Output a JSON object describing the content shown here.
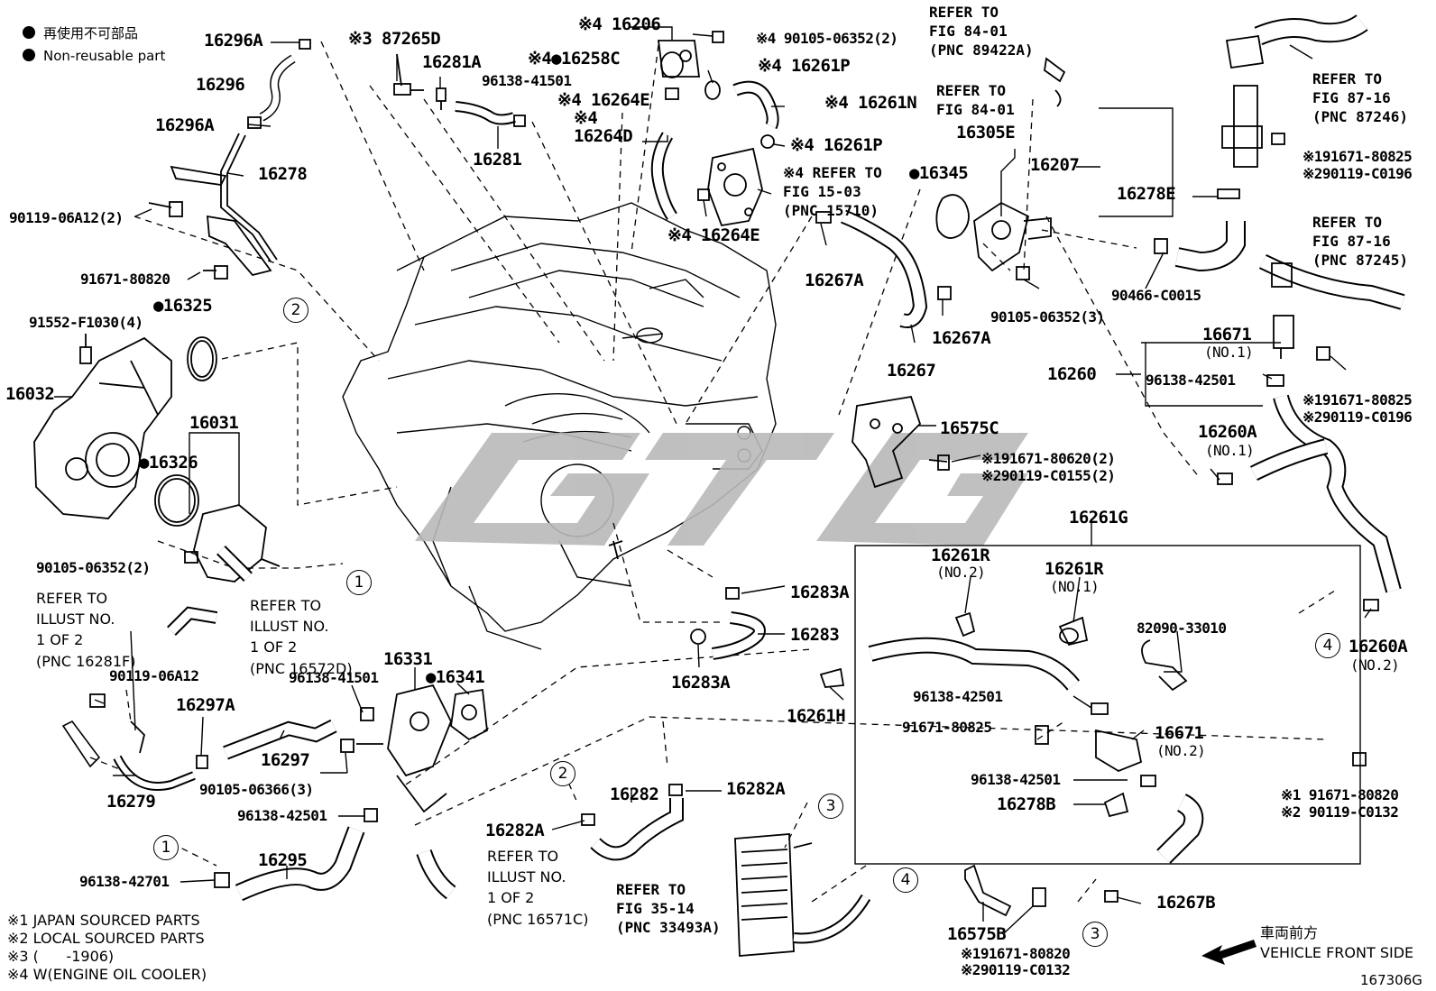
{
  "legend": {
    "non_reusable_ja": "再使用不可部品",
    "non_reusable_en": "Non-reusable part"
  },
  "labels": {
    "p16296A_top": "16296A",
    "p16296": "16296",
    "p16296A_bot": "16296A",
    "p16278": "16278",
    "b90119_06A12_2": "90119-06A12(2)",
    "b91671_80820_a": "91671-80820",
    "p16325": "●16325",
    "b91552": "91552-F1030(4)",
    "p16032": "16032",
    "p16031": "16031",
    "p16326": "●16326",
    "b90105_06352_2a": "90105-06352(2)",
    "p87265D": "※3 87265D",
    "p16281A": "16281A",
    "b96138_41501_a": "96138-41501",
    "p16281": "16281",
    "p16206": "※4 16206",
    "p16258C": "※4●16258C",
    "p16264E_a": "※4 16264E",
    "p16264D": "※4\n16264D",
    "b90105_06352_2b": "※4 90105-06352(2)",
    "p16261P_a": "※4 16261P",
    "p16261N": "※4 16261N",
    "p16261P_b": "※4 16261P",
    "ref_15_03": "※4 REFER TO\nFIG 15-03\n(PNC 15710)",
    "p16264E_b": "※4 16264E",
    "ref_84_01_a": "REFER TO\nFIG 84-01\n(PNC 89422A)",
    "ref_84_01_b": "REFER TO\nFIG 84-01",
    "p16305E": "16305E",
    "p16345": "●16345",
    "p16267A_a": "16267A",
    "p16267A_b": "16267A",
    "p16267": "16267",
    "b90105_06352_3": "90105-06352(3)",
    "p16207": "16207",
    "p16278E": "16278E",
    "ref_87_16_a": "REFER TO\nFIG 87-16\n(PNC 87246)",
    "b91671_80825_a": "※191671-80825\n※290119-C0196",
    "ref_87_16_b": "REFER TO\nFIG 87-16\n(PNC 87245)",
    "b90466": "90466-C0015",
    "p16671_1": "16671",
    "p16671_1_no": "(NO.1)",
    "p16260": "16260",
    "b96138_42501_a": "96138-42501",
    "b91671_80825_b": "※191671-80825\n※290119-C0196",
    "p16260A_1": "16260A",
    "p16260A_1_no": "(NO.1)",
    "p16575C": "16575C",
    "b91671_80620": "※191671-80620(2)\n※290119-C0155(2)",
    "p16261G": "16261G",
    "p16261R_2": "16261R",
    "p16261R_2_no": "(NO.2)",
    "p16261R_1": "16261R",
    "p16261R_1_no": "(NO.1)",
    "b82090": "82090-33010",
    "b96138_42501_b": "96138-42501",
    "b91671_80825_c": "91671-80825",
    "p16671_2": "16671",
    "p16671_2_no": "(NO.2)",
    "b96138_42501_c": "96138-42501",
    "p16278B": "16278B",
    "p16260A_2": "16260A",
    "p16260A_2_no": "(NO.2)",
    "b91671_80820_b": "※1 91671-80820\n※2 90119-C0132",
    "p16267B": "16267B",
    "p16575B": "16575B",
    "b91671_80820_c": "※191671-80820\n※290119-C0132",
    "ref_16281F": "REFER TO\nILLUST NO.\n1 OF 2\n(PNC 16281F)",
    "ref_16572D": "REFER TO\nILLUST NO.\n1 OF 2\n(PNC 16572D)",
    "b90119_06A12": "90119-06A12",
    "p16297A": "16297A",
    "p16297": "16297",
    "p16279": "16279",
    "b96138_41501_b": "96138-41501",
    "p16331": "16331",
    "p16341": "●16341",
    "b90105_06366": "90105-06366(3)",
    "b96138_42501_d": "96138-42501",
    "p16295": "16295",
    "b96138_42701": "96138-42701",
    "p16283A_a": "16283A",
    "p16283": "16283",
    "p16283A_b": "16283A",
    "p16261H": "16261H",
    "p16282A_a": "16282A",
    "p16282": "16282",
    "p16282A_b": "16282A",
    "ref_16571C": "REFER TO\nILLUST NO.\n1 OF 2\n(PNC 16571C)",
    "ref_35_14": "REFER TO\nFIG 35-14\n(PNC 33493A)"
  },
  "callouts": [
    "1",
    "1",
    "2",
    "2",
    "3",
    "3",
    "4",
    "4"
  ],
  "notes": {
    "n1": "※1 JAPAN SOURCED PARTS",
    "n2": "※2 LOCAL SOURCED PARTS",
    "n3": "※3 (      -1906)",
    "n4": "※4 W(ENGINE OIL COOLER)"
  },
  "direction": {
    "ja": "車両前方",
    "en": "VEHICLE FRONT SIDE"
  },
  "figure_id": "167306G",
  "watermark": "GTG",
  "colors": {
    "ink": "#000000",
    "watermark": "#b9b9b9",
    "background": "#ffffff"
  }
}
